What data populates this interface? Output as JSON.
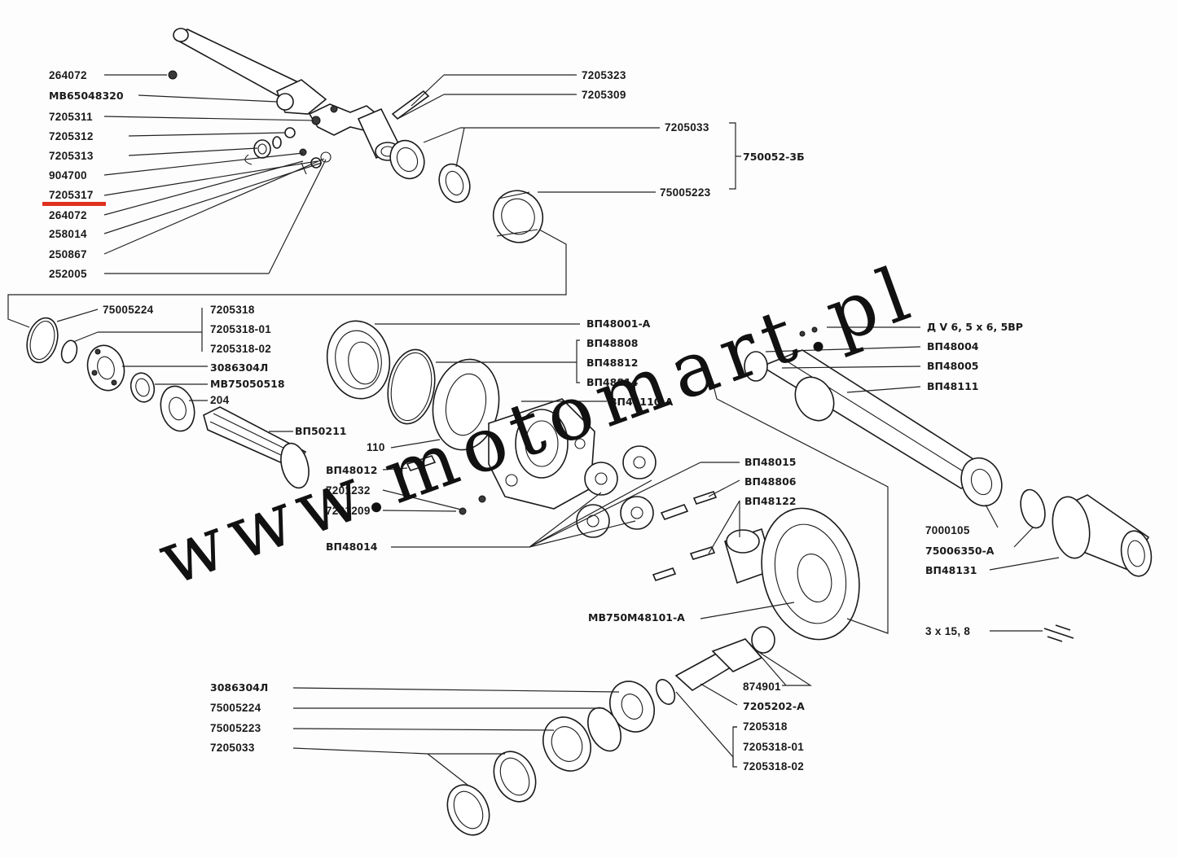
{
  "watermark": "www.motomart.pl",
  "highlight_color": "#e0301e",
  "highlighted_part": "7205317",
  "labels": {
    "l_264072_a": "264072",
    "l_mb65048320": "МВ65048320",
    "l_7205311": "7205311",
    "l_7205312": "7205312",
    "l_7205313": "7205313",
    "l_904700": "904700",
    "l_7205317": "7205317",
    "l_264072_b": "264072",
    "l_258014": "258014",
    "l_250867": "250867",
    "l_252005": "252005",
    "l_7205323": "7205323",
    "l_7205309": "7205309",
    "l_7205033_top": "7205033",
    "l_750052": "750052-3Б",
    "l_75005223_top": "75005223",
    "l_75005224_left": "75005224",
    "l_7205318_a": "7205318",
    "l_7205318_01_a": "7205318-01",
    "l_7205318_02_a": "7205318-02",
    "l_3086304_a": "3086304Л",
    "l_mb75050518": "МВ75050518",
    "l_204": "204",
    "l_vp50211": "ВП50211",
    "l_vp48001": "ВП48001-А",
    "l_vp48808": "ВП48808",
    "l_vp48812": "ВП48812",
    "l_vp48814": "ВП48814",
    "l_vp48110": "ВП48110-А",
    "l_110": "110",
    "l_vp48012": "ВП48012",
    "l_7201232": "7201232",
    "l_7201209": "7201209",
    "l_vp48014": "ВП48014",
    "l_vp48015": "ВП48015",
    "l_vp48806": "ВП48806",
    "l_vp48122": "ВП48122",
    "l_dv": "Д V 6, 5 x 6, 5ВР",
    "l_vp48004": "ВП48004",
    "l_vp48005": "ВП48005",
    "l_vp48111": "ВП48111",
    "l_7000105": "7000105",
    "l_75006350": "75006350-А",
    "l_vp48131": "ВП48131",
    "l_mb750m48101": "МВ750М48101-А",
    "l_3x15": "3 x 15, 8",
    "l_874901": "874901",
    "l_7205202": "7205202-А",
    "l_7205318_b": "7205318",
    "l_7205318_01_b": "7205318-01",
    "l_7205318_02_b": "7205318-02",
    "l_3086304_b": "3086304Л",
    "l_75005224_b": "75005224",
    "l_75005223_b": "75005223",
    "l_7205033_b": "7205033"
  }
}
